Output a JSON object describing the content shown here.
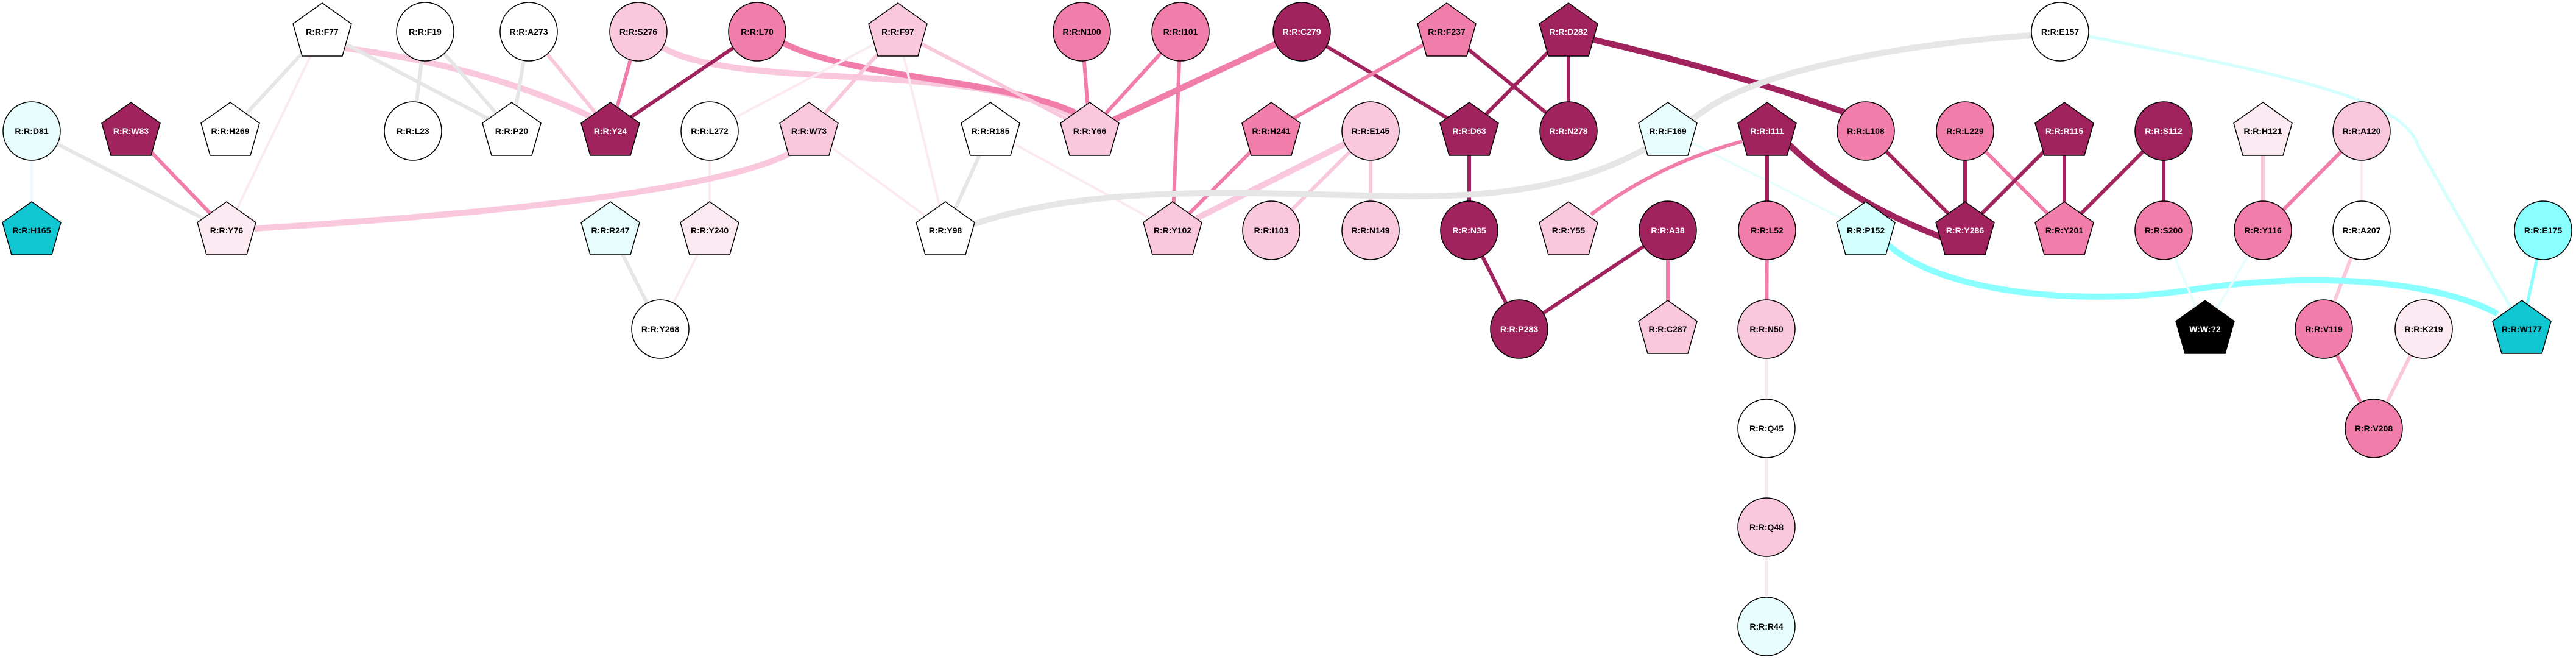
{
  "palette": {
    "dark": "#A0235E",
    "mid": "#F07DAA",
    "light": "#F9C8DC",
    "vlight": "#FCEAF2",
    "white": "#FFFFFF",
    "lcyan": "#E8FDFD",
    "pcyan": "#D3FFFF",
    "cyan": "#8AFFFF",
    "teal": "#10C6D0",
    "black": "#000000",
    "gray": "#E6E6E6"
  },
  "nodes": [
    {
      "label": "R:R:F77",
      "shape": "pentagon",
      "fill": "white"
    },
    {
      "label": "R:R:F19",
      "shape": "circle",
      "fill": "white"
    },
    {
      "label": "R:R:A273",
      "shape": "circle",
      "fill": "white"
    },
    {
      "label": "R:R:S276",
      "shape": "circle",
      "fill": "light"
    },
    {
      "label": "R:R:L70",
      "shape": "circle",
      "fill": "mid"
    },
    {
      "label": "R:R:F97",
      "shape": "pentagon",
      "fill": "light"
    },
    {
      "label": "R:R:N100",
      "shape": "circle",
      "fill": "mid"
    },
    {
      "label": "R:R:I101",
      "shape": "circle",
      "fill": "mid"
    },
    {
      "label": "R:R:C279",
      "shape": "circle",
      "fill": "dark"
    },
    {
      "label": "R:R:F237",
      "shape": "pentagon",
      "fill": "mid"
    },
    {
      "label": "R:R:D282",
      "shape": "pentagon",
      "fill": "dark"
    },
    {
      "label": "R:R:E157",
      "shape": "circle",
      "fill": "white"
    },
    {
      "label": "R:R:D81",
      "shape": "circle",
      "fill": "lcyan"
    },
    {
      "label": "R:R:W83",
      "shape": "pentagon",
      "fill": "dark"
    },
    {
      "label": "R:R:H269",
      "shape": "pentagon",
      "fill": "white"
    },
    {
      "label": "R:R:L23",
      "shape": "circle",
      "fill": "white"
    },
    {
      "label": "R:R:P20",
      "shape": "pentagon",
      "fill": "white"
    },
    {
      "label": "R:R:Y24",
      "shape": "pentagon",
      "fill": "dark"
    },
    {
      "label": "R:R:L272",
      "shape": "circle",
      "fill": "white"
    },
    {
      "label": "R:R:W73",
      "shape": "pentagon",
      "fill": "light"
    },
    {
      "label": "R:R:R185",
      "shape": "pentagon",
      "fill": "white"
    },
    {
      "label": "R:R:Y66",
      "shape": "pentagon",
      "fill": "light"
    },
    {
      "label": "R:R:H241",
      "shape": "pentagon",
      "fill": "mid"
    },
    {
      "label": "R:R:E145",
      "shape": "circle",
      "fill": "light"
    },
    {
      "label": "R:R:D63",
      "shape": "pentagon",
      "fill": "dark"
    },
    {
      "label": "R:R:N278",
      "shape": "circle",
      "fill": "dark"
    },
    {
      "label": "R:R:F169",
      "shape": "pentagon",
      "fill": "lcyan"
    },
    {
      "label": "R:R:I111",
      "shape": "pentagon",
      "fill": "dark"
    },
    {
      "label": "R:R:L108",
      "shape": "circle",
      "fill": "mid"
    },
    {
      "label": "R:R:L229",
      "shape": "circle",
      "fill": "mid"
    },
    {
      "label": "R:R:R115",
      "shape": "pentagon",
      "fill": "dark"
    },
    {
      "label": "R:R:S112",
      "shape": "circle",
      "fill": "dark"
    },
    {
      "label": "R:R:H121",
      "shape": "pentagon",
      "fill": "vlight"
    },
    {
      "label": "R:R:A120",
      "shape": "circle",
      "fill": "light"
    },
    {
      "label": "R:R:H165",
      "shape": "pentagon",
      "fill": "teal"
    },
    {
      "label": "R:R:Y76",
      "shape": "pentagon",
      "fill": "vlight"
    },
    {
      "label": "R:R:R247",
      "shape": "pentagon",
      "fill": "lcyan"
    },
    {
      "label": "R:R:Y240",
      "shape": "pentagon",
      "fill": "vlight"
    },
    {
      "label": "R:R:Y98",
      "shape": "pentagon",
      "fill": "white"
    },
    {
      "label": "R:R:Y102",
      "shape": "pentagon",
      "fill": "light"
    },
    {
      "label": "R:R:I103",
      "shape": "circle",
      "fill": "light"
    },
    {
      "label": "R:R:N149",
      "shape": "circle",
      "fill": "light"
    },
    {
      "label": "R:R:N35",
      "shape": "circle",
      "fill": "dark"
    },
    {
      "label": "R:R:Y55",
      "shape": "pentagon",
      "fill": "light"
    },
    {
      "label": "R:R:A38",
      "shape": "circle",
      "fill": "dark"
    },
    {
      "label": "R:R:L52",
      "shape": "circle",
      "fill": "mid"
    },
    {
      "label": "R:R:P152",
      "shape": "pentagon",
      "fill": "pcyan"
    },
    {
      "label": "R:R:Y286",
      "shape": "pentagon",
      "fill": "dark"
    },
    {
      "label": "R:R:Y201",
      "shape": "pentagon",
      "fill": "mid"
    },
    {
      "label": "R:R:S200",
      "shape": "circle",
      "fill": "mid"
    },
    {
      "label": "R:R:Y116",
      "shape": "circle",
      "fill": "mid"
    },
    {
      "label": "R:R:A207",
      "shape": "circle",
      "fill": "white"
    },
    {
      "label": "R:R:E175",
      "shape": "circle",
      "fill": "cyan"
    },
    {
      "label": "R:R:Y268",
      "shape": "circle",
      "fill": "white"
    },
    {
      "label": "R:R:P283",
      "shape": "circle",
      "fill": "dark"
    },
    {
      "label": "R:R:C287",
      "shape": "pentagon",
      "fill": "light"
    },
    {
      "label": "R:R:N50",
      "shape": "circle",
      "fill": "light"
    },
    {
      "label": "W:W:?2",
      "shape": "pentagon",
      "fill": "black"
    },
    {
      "label": "R:R:V119",
      "shape": "circle",
      "fill": "mid"
    },
    {
      "label": "R:R:K219",
      "shape": "circle",
      "fill": "vlight"
    },
    {
      "label": "R:R:W177",
      "shape": "pentagon",
      "fill": "teal"
    },
    {
      "label": "R:R:Q45",
      "shape": "circle",
      "fill": "white"
    },
    {
      "label": "R:R:V208",
      "shape": "circle",
      "fill": "mid"
    },
    {
      "label": "R:R:Q48",
      "shape": "circle",
      "fill": "light"
    },
    {
      "label": "R:R:R44",
      "shape": "circle",
      "fill": "lcyan"
    }
  ],
  "edges": [
    [
      "R:R:D81",
      "R:R:H165",
      "lcyan"
    ],
    [
      "R:R:D81",
      "R:R:Y76",
      "gray"
    ],
    [
      "R:R:W83",
      "R:R:Y76",
      "mid"
    ],
    [
      "R:R:F77",
      "R:R:H269",
      "gray"
    ],
    [
      "R:R:F77",
      "R:R:Y76",
      "vlight"
    ],
    [
      "R:R:F77",
      "R:R:Y24",
      "light"
    ],
    [
      "R:R:F77",
      "R:R:P20",
      "gray"
    ],
    [
      "R:R:F19",
      "R:R:L23",
      "gray"
    ],
    [
      "R:R:F19",
      "R:R:P20",
      "gray"
    ],
    [
      "R:R:A273",
      "R:R:P20",
      "gray"
    ],
    [
      "R:R:A273",
      "R:R:Y24",
      "light"
    ],
    [
      "R:R:S276",
      "R:R:Y24",
      "mid"
    ],
    [
      "R:R:S276",
      "R:R:Y66",
      "light"
    ],
    [
      "R:R:L70",
      "R:R:Y24",
      "dark"
    ],
    [
      "R:R:L70",
      "R:R:Y66",
      "mid"
    ],
    [
      "R:R:L272",
      "R:R:Y240",
      "vlight"
    ],
    [
      "R:R:L272",
      "R:R:F97",
      "vlight"
    ],
    [
      "R:R:W73",
      "R:R:F97",
      "light"
    ],
    [
      "R:R:W73",
      "R:R:Y76",
      "light"
    ],
    [
      "R:R:W73",
      "R:R:Y98",
      "vlight"
    ],
    [
      "R:R:F97",
      "R:R:Y66",
      "light"
    ],
    [
      "R:R:F97",
      "R:R:Y98",
      "vlight"
    ],
    [
      "R:R:R247",
      "R:R:Y268",
      "gray"
    ],
    [
      "R:R:Y240",
      "R:R:Y268",
      "vlight"
    ],
    [
      "R:R:R185",
      "R:R:Y98",
      "gray"
    ],
    [
      "R:R:R185",
      "R:R:Y102",
      "vlight"
    ],
    [
      "R:R:N100",
      "R:R:Y66",
      "mid"
    ],
    [
      "R:R:I101",
      "R:R:Y66",
      "mid"
    ],
    [
      "R:R:I101",
      "R:R:Y102",
      "mid"
    ],
    [
      "R:R:C279",
      "R:R:Y66",
      "mid"
    ],
    [
      "R:R:C279",
      "R:R:D63",
      "dark"
    ],
    [
      "R:R:F237",
      "R:R:H241",
      "mid"
    ],
    [
      "R:R:F237",
      "R:R:N278",
      "dark"
    ],
    [
      "R:R:D282",
      "R:R:D63",
      "dark"
    ],
    [
      "R:R:D282",
      "R:R:N278",
      "dark"
    ],
    [
      "R:R:D282",
      "R:R:L108",
      "dark"
    ],
    [
      "R:R:H241",
      "R:R:Y102",
      "mid"
    ],
    [
      "R:R:E145",
      "R:R:Y102",
      "light"
    ],
    [
      "R:R:E145",
      "R:R:I103",
      "light"
    ],
    [
      "R:R:E145",
      "R:R:N149",
      "light"
    ],
    [
      "R:R:D63",
      "R:R:N35",
      "dark"
    ],
    [
      "R:R:Y98",
      "R:R:E157",
      "gray"
    ],
    [
      "R:R:F169",
      "R:R:P152",
      "lcyan"
    ],
    [
      "R:R:Y55",
      "R:R:I111",
      "mid"
    ],
    [
      "R:R:N35",
      "R:R:P283",
      "dark"
    ],
    [
      "R:R:A38",
      "R:R:P283",
      "dark"
    ],
    [
      "R:R:A38",
      "R:R:C287",
      "mid"
    ],
    [
      "R:R:I111",
      "R:R:L52",
      "dark"
    ],
    [
      "R:R:I111",
      "R:R:Y286",
      "dark"
    ],
    [
      "R:R:L52",
      "R:R:N50",
      "mid"
    ],
    [
      "R:R:N50",
      "R:R:Q45",
      "vlight"
    ],
    [
      "R:R:Q45",
      "R:R:Q48",
      "vlight"
    ],
    [
      "R:R:Q48",
      "R:R:R44",
      "vlight"
    ],
    [
      "R:R:L108",
      "R:R:Y286",
      "dark"
    ],
    [
      "R:R:L229",
      "R:R:Y286",
      "dark"
    ],
    [
      "R:R:L229",
      "R:R:Y201",
      "mid"
    ],
    [
      "R:R:R115",
      "R:R:Y286",
      "dark"
    ],
    [
      "R:R:R115",
      "R:R:Y201",
      "dark"
    ],
    [
      "R:R:S112",
      "R:R:Y201",
      "dark"
    ],
    [
      "R:R:S112",
      "R:R:S200",
      "dark"
    ],
    [
      "R:R:H121",
      "R:R:Y116",
      "light"
    ],
    [
      "R:R:A120",
      "R:R:Y116",
      "mid"
    ],
    [
      "R:R:A120",
      "R:R:A207",
      "vlight"
    ],
    [
      "R:R:A207",
      "R:R:V119",
      "light"
    ],
    [
      "R:R:E157",
      "R:R:W177",
      "pcyan"
    ],
    [
      "R:R:P152",
      "R:R:W177",
      "cyan"
    ],
    [
      "R:R:E175",
      "R:R:W177",
      "cyan"
    ],
    [
      "R:R:S200",
      "W:W:?2",
      "lcyan"
    ],
    [
      "R:R:Y116",
      "W:W:?2",
      "lcyan"
    ],
    [
      "R:R:V119",
      "R:R:V208",
      "mid"
    ],
    [
      "R:R:K219",
      "R:R:V208",
      "light"
    ]
  ]
}
